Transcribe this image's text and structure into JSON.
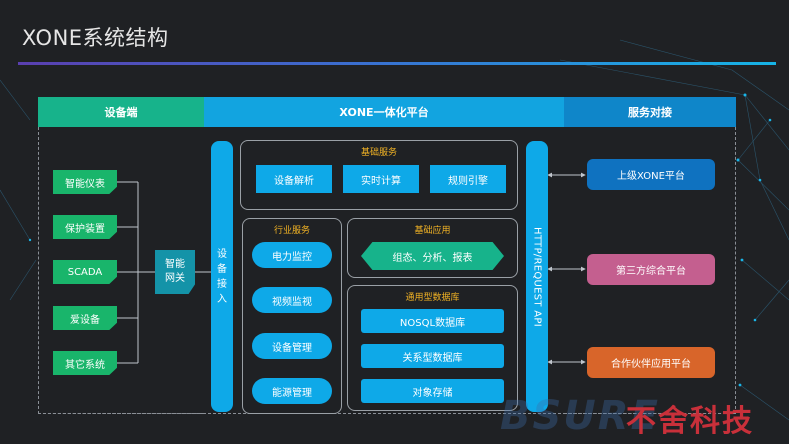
{
  "title": "XONE系统结构",
  "colors": {
    "background": "#1f2124",
    "device_green": "#17b38b",
    "platform_blue": "#12a4e0",
    "service_blue": "#0f86c9",
    "item_blue": "#0ea9e8",
    "frame_title": "#f3b424",
    "pink": "#c45f8f",
    "orange": "#d8652a",
    "watermark_red": "#c8303a"
  },
  "headers": {
    "device": "设备端",
    "platform": "XONE一体化平台",
    "service": "服务对接"
  },
  "devices": [
    "智能仪表",
    "保护装置",
    "SCADA",
    "爱设备",
    "其它系统"
  ],
  "gateway": "智能网关",
  "access_bar": "设备接入",
  "api_bar": "HTTP/REQUEST API",
  "base_services": {
    "title": "基础服务",
    "items": [
      "设备解析",
      "实时计算",
      "规则引擎"
    ]
  },
  "industry_services": {
    "title": "行业服务",
    "items": [
      "电力监控",
      "视频监视",
      "设备管理",
      "能源管理"
    ]
  },
  "base_apps": {
    "title": "基础应用",
    "item": "组态、分析、报表"
  },
  "databases": {
    "title": "通用型数据库",
    "items": [
      "NOSQL数据库",
      "关系型数据库",
      "对象存储"
    ]
  },
  "service_targets": [
    "上级XONE平台",
    "第三方综合平台",
    "合作伙伴应用平台"
  ],
  "watermark": {
    "en": "BSURE",
    "cn": "不舍科技"
  }
}
